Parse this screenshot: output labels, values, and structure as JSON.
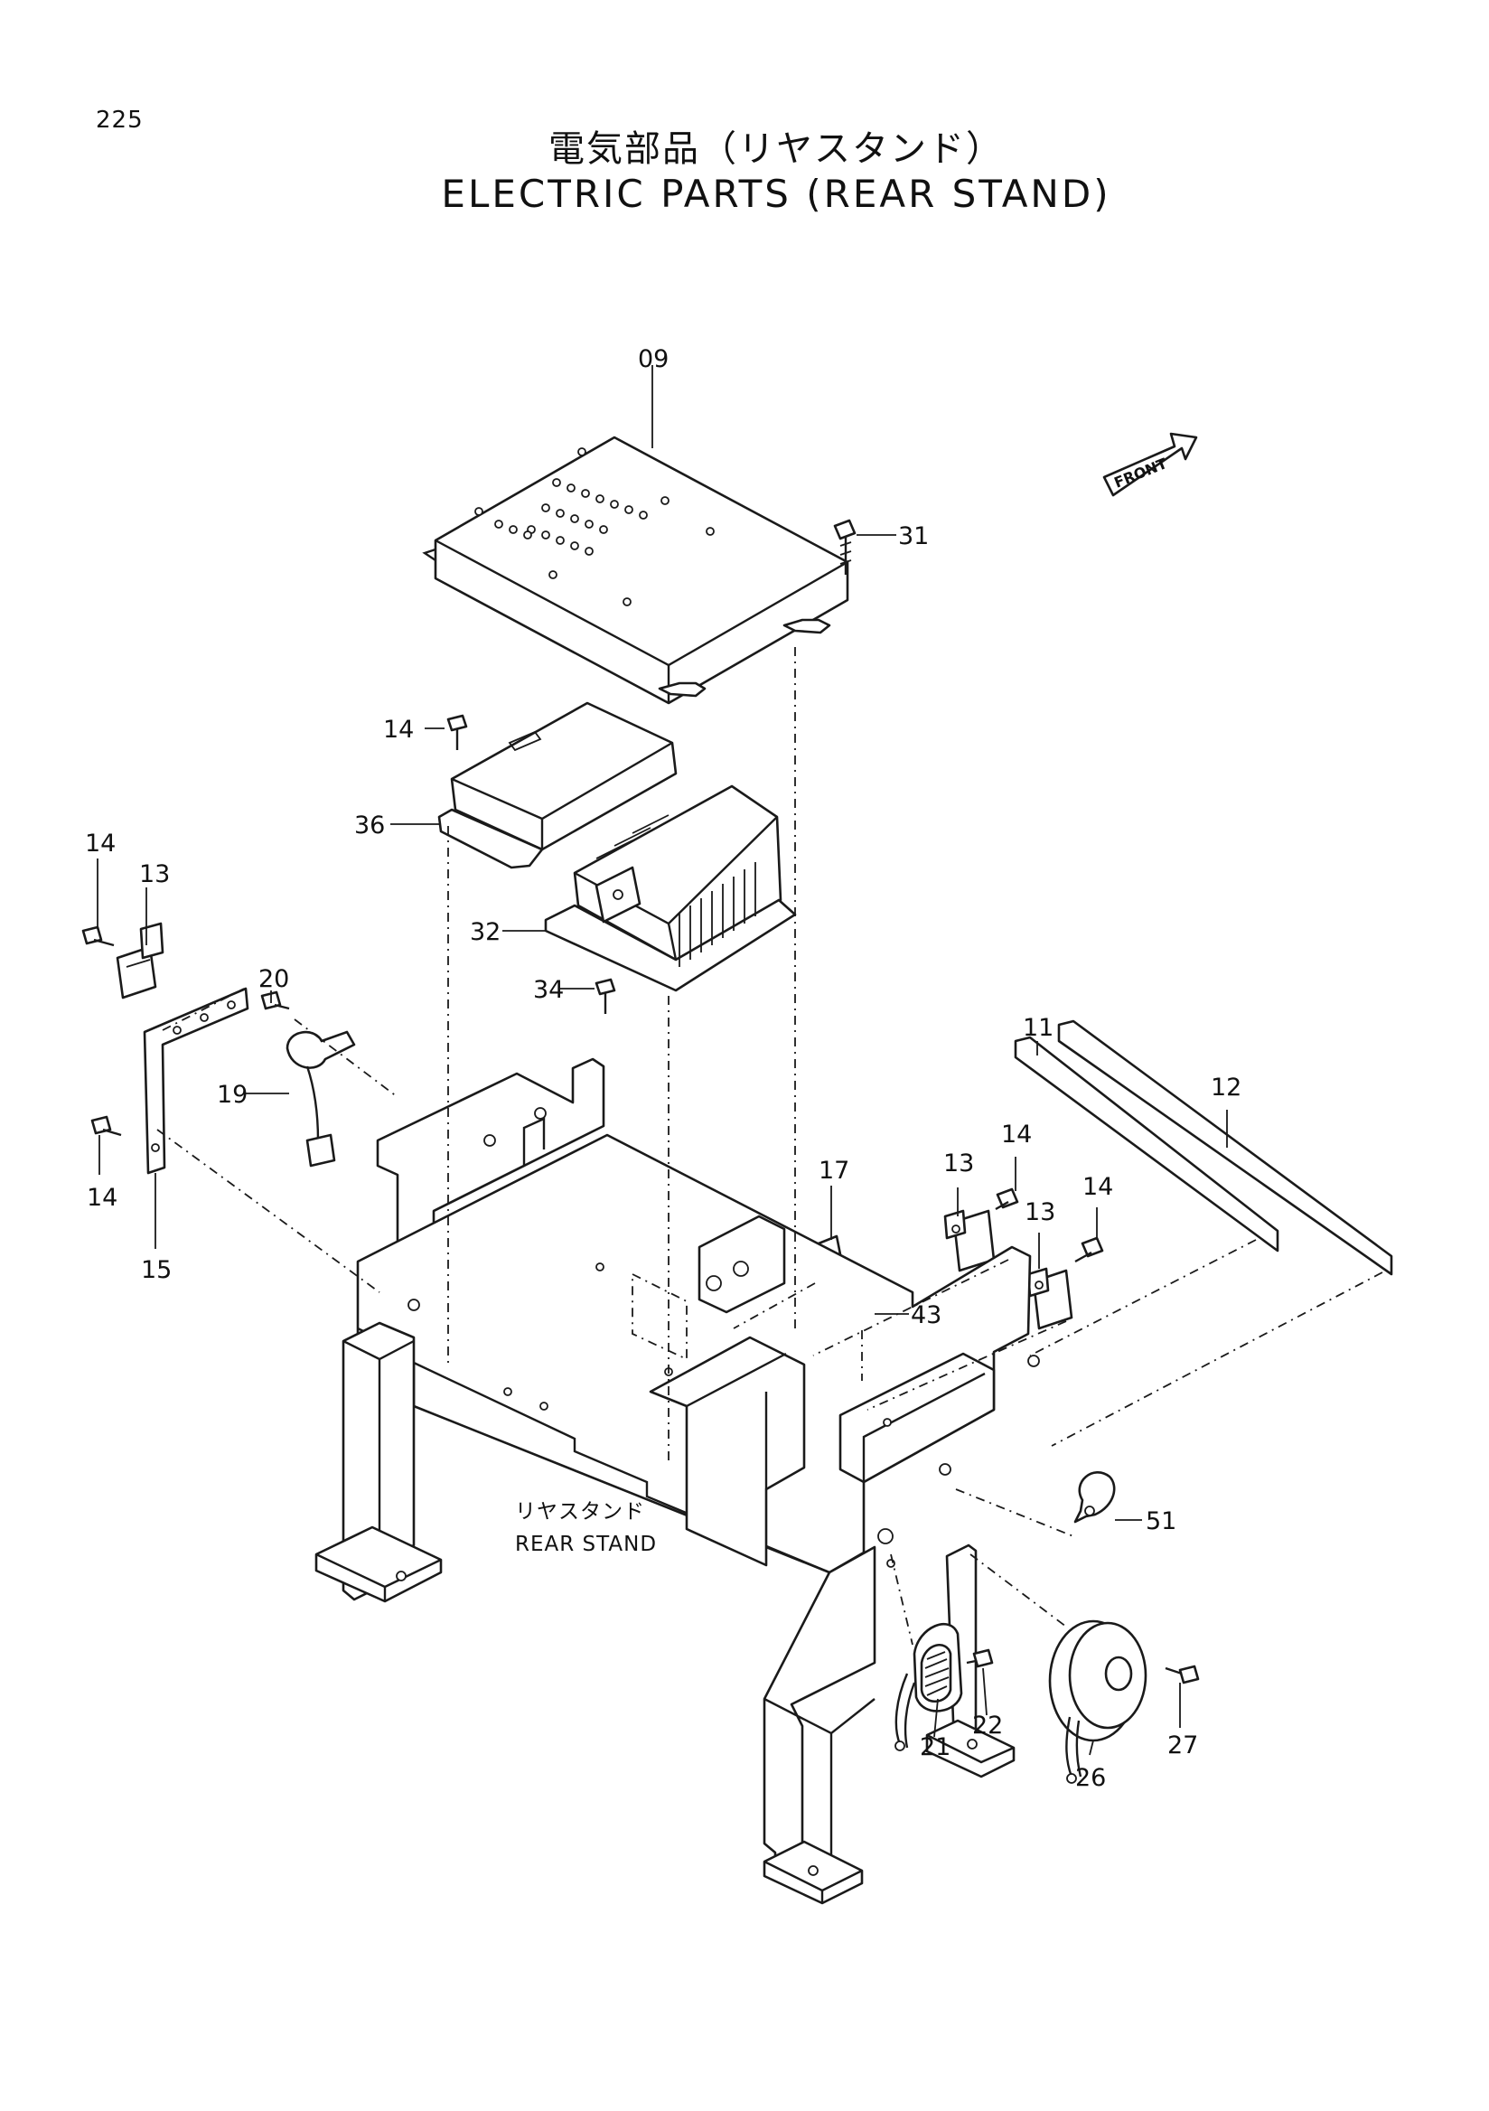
{
  "page_number": "225",
  "title_jp": "電気部品（リヤスタンド）",
  "title_en": "ELECTRIC PARTS (REAR STAND)",
  "front_label": "FRONT",
  "stand_label_jp": "リヤスタンド",
  "stand_label_en": "REAR STAND",
  "callouts": {
    "c09": "09",
    "c31": "31",
    "c14_top": "14",
    "c36": "36",
    "c32": "32",
    "c34": "34",
    "c14_left_top": "14",
    "c13_left": "13",
    "c20": "20",
    "c19": "19",
    "c14_left_bottom": "14",
    "c15": "15",
    "c11": "11",
    "c12": "12",
    "c17": "17",
    "c13_mid": "13",
    "c14_mid": "14",
    "c13_right": "13",
    "c14_right": "14",
    "c43": "43",
    "c51": "51",
    "c21": "21",
    "c22": "22",
    "c26": "26",
    "c27": "27"
  }
}
